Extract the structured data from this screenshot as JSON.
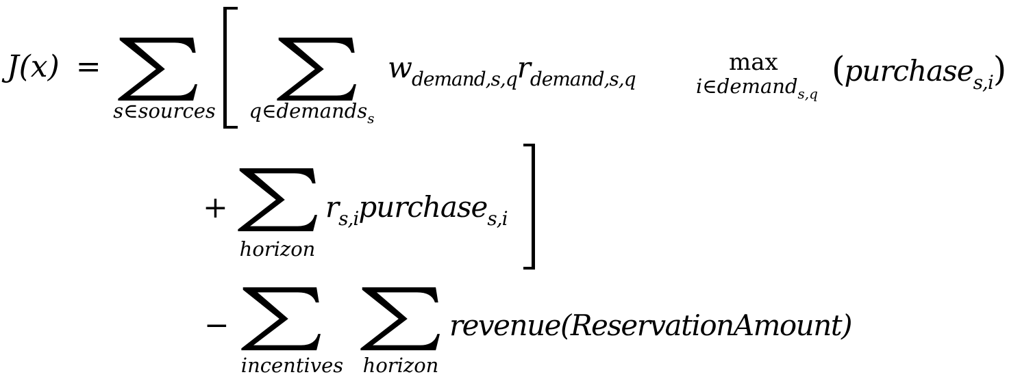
{
  "equation": {
    "lhs": "J(x)",
    "equals": "=",
    "term1": {
      "outer_sum_sub": "s∈sources",
      "inner_sum_sub": "q∈demands",
      "inner_sum_sub_sub": "s",
      "w": "w",
      "w_sub": "demand,s,q",
      "r": "r",
      "r_sub": "demand,s,q",
      "max": "max",
      "max_sub": "i∈demand",
      "max_sub_sub": "s,q",
      "arg_open": "(",
      "arg": "purchase",
      "arg_sub": "s,i",
      "arg_close": ")"
    },
    "term2": {
      "op": "+",
      "sum_sub": "horizon",
      "r": "r",
      "r_sub": "s,i",
      "purchase": "purchase",
      "purchase_sub": "s,i"
    },
    "term3": {
      "op": "−",
      "sum1_sub": "incentives",
      "sum2_sub": "horizon",
      "expr": "revenue(ReservationAmount)"
    }
  }
}
